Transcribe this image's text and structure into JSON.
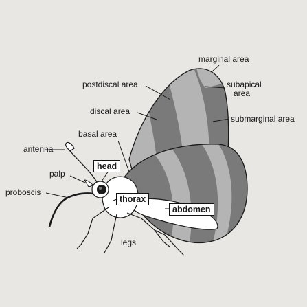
{
  "colors": {
    "background": "#e9e7e4",
    "wing_light": "#b4b4b4",
    "wing_dark": "#7a7a7a",
    "wing_outline": "#1a1a1a",
    "body": "#ffffff"
  },
  "labels": {
    "marginal_area": "marginal area",
    "subapical_area_line1": "subapical",
    "subapical_area_line2": "area",
    "postdiscal_area": "postdiscal area",
    "submarginal_area": "submarginal area",
    "discal_area": "discal area",
    "basal_area": "basal area",
    "antenna": "antenna",
    "head": "head",
    "palp": "palp",
    "proboscis": "proboscis",
    "thorax": "thorax",
    "abdomen": "abdomen",
    "legs": "legs"
  }
}
